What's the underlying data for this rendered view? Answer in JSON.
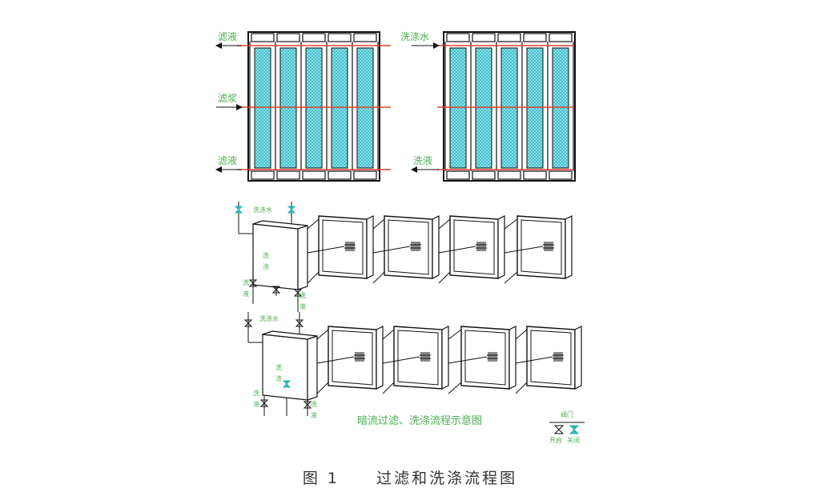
{
  "top_left": {
    "label_top": "滤液",
    "label_mid": "滤浆",
    "label_bottom": "滤液"
  },
  "top_right": {
    "label_top": "洗涤水",
    "label_bottom": "洗液"
  },
  "lower": {
    "row1_water_label": "洗涤水",
    "row1_plate_label": "洗\n涤",
    "row1_left_outlet": "洗\n液",
    "row1_right_outlet": "洗\n液",
    "row2_water_label": "洗涤水",
    "row2_plate_label": "洗\n涤",
    "row2_left_outlet": "洗\n液",
    "row2_right_outlet": "洗\n液",
    "flow_title": "暗流过滤、洗涤流程示意图"
  },
  "legend": {
    "title": "阀门",
    "open": "开启",
    "closed": "关闭"
  },
  "caption": {
    "figure_no": "图 1",
    "title": "过滤和洗涤流程图"
  },
  "colors": {
    "cloth": "#5fd7e3",
    "line": "#111111",
    "red_line": "#e0442c",
    "text_green": "#4caf50",
    "valve_cyan": "#2bb3b3"
  }
}
